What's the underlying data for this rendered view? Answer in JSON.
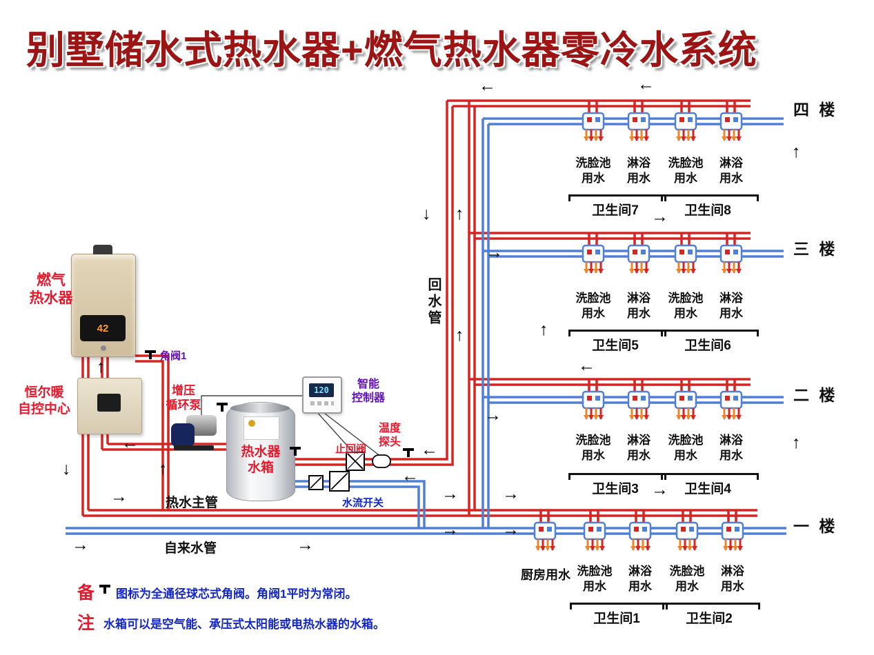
{
  "title": "别墅储水式热水器+燃气热水器零冷水系统",
  "icons": {
    "arrow_left": "←",
    "arrow_right": "→",
    "arrow_up": "↑",
    "arrow_down": "↓"
  },
  "equipment": {
    "gas_heater": "燃气\n热水器",
    "heater_display": "42",
    "control_center": "恒尔暖\n自控中心",
    "angle_valve1": "角阀1",
    "booster_pump": "增压\n循环泵",
    "tank": "热水器\n水箱",
    "smart_controller": "智能\n控制器",
    "controller_display": "120",
    "temp_probe": "温度\n探头",
    "check_valve": "止回阀",
    "flow_switch": "水流开关"
  },
  "pipes": {
    "hot_main": "热水主管",
    "tap_water": "自来水管",
    "return_pipe": "回水管"
  },
  "floors": [
    {
      "label": "四 楼",
      "bathrooms": [
        {
          "name": "卫生间7",
          "fixtures": [
            "洗脸池\n用水",
            "淋浴\n用水"
          ]
        },
        {
          "name": "卫生间8",
          "fixtures": [
            "洗脸池\n用水",
            "淋浴\n用水"
          ]
        }
      ]
    },
    {
      "label": "三 楼",
      "bathrooms": [
        {
          "name": "卫生间5",
          "fixtures": [
            "洗脸池\n用水",
            "淋浴\n用水"
          ]
        },
        {
          "name": "卫生间6",
          "fixtures": [
            "洗脸池\n用水",
            "淋浴\n用水"
          ]
        }
      ]
    },
    {
      "label": "二 楼",
      "bathrooms": [
        {
          "name": "卫生间3",
          "fixtures": [
            "洗脸池\n用水",
            "淋浴\n用水"
          ]
        },
        {
          "name": "卫生间4",
          "fixtures": [
            "洗脸池\n用水",
            "淋浴\n用水"
          ]
        }
      ]
    },
    {
      "label": "一 楼",
      "kitchen": "厨房用水",
      "bathrooms": [
        {
          "name": "卫生间1",
          "fixtures": [
            "洗脸池\n用水",
            "淋浴\n用水"
          ]
        },
        {
          "name": "卫生间2",
          "fixtures": [
            "洗脸池\n用水",
            "淋浴\n用水"
          ]
        }
      ]
    }
  ],
  "notes": {
    "header": "备\n注",
    "line1": "图标为全通径球芯式角阀。角阀1平时为常闭。",
    "line2": "水箱可以是空气能、承压式太阳能或电热水器的水箱。"
  }
}
